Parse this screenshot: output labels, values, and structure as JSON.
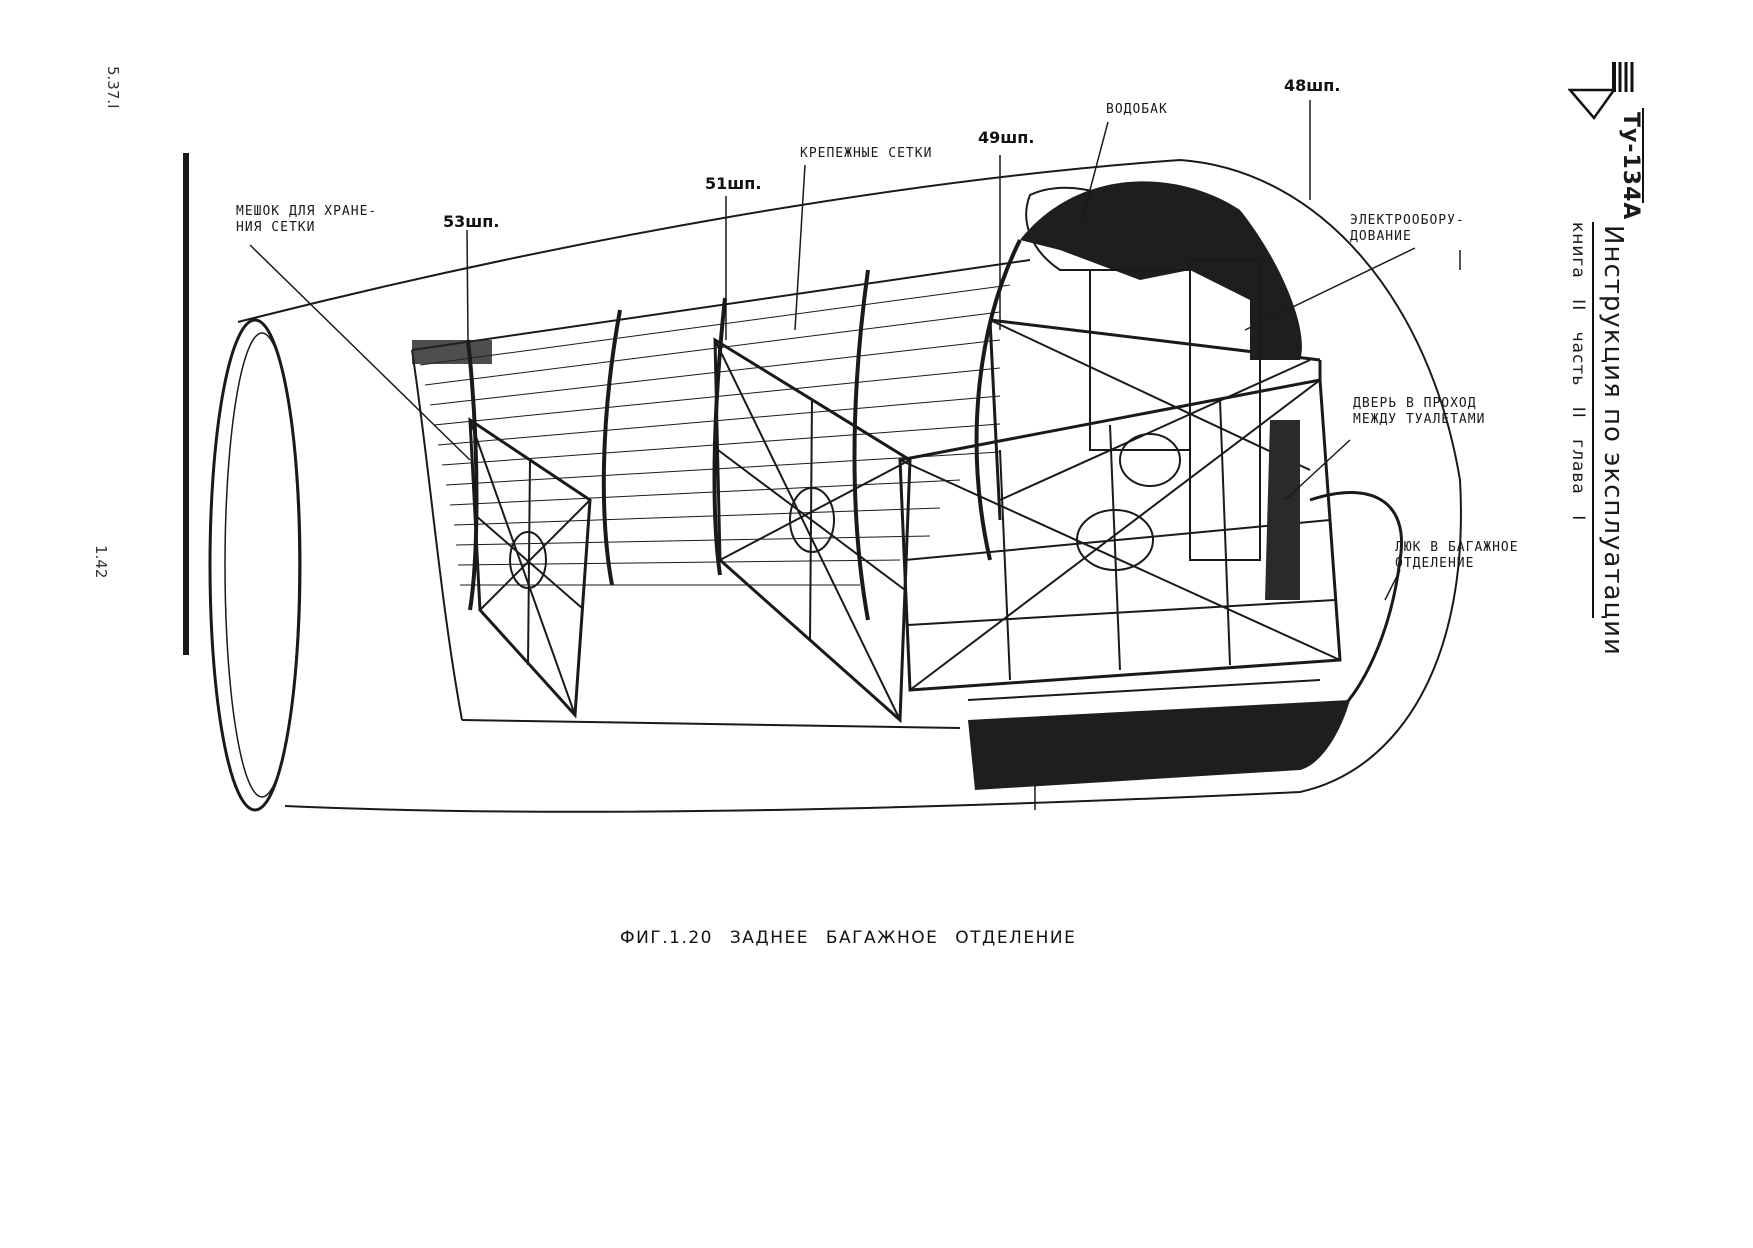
{
  "header": {
    "model": "Ту-134А",
    "title": "Инструкция по эксплуатации",
    "subtitle": "книга II часть II глава I"
  },
  "margin": {
    "code": "5.37.I",
    "page_number": "1.42"
  },
  "figure": {
    "caption": "ФИГ.1.20 ЗАДНЕЕ БАГАЖНОЕ ОТДЕЛЕНИЕ",
    "frames": {
      "f53": "53шп.",
      "f51": "51шп.",
      "f49": "49шп.",
      "f48": "48шп."
    },
    "callouts": {
      "net_bag": "МЕШОК ДЛЯ ХРАНЕ-\nНИЯ СЕТКИ",
      "fastening_nets": "КРЕПЕЖНЫЕ СЕТКИ",
      "water_tank": "ВОДОБАК",
      "electrical": "ЭЛЕКТРООБОРУ-\nДОВАНИЕ",
      "door": "ДВЕРЬ В ПРОХОД\nМЕЖДУ ТУАЛЕТАМИ",
      "hatch": "ЛЮК В БАГАЖНОЕ\nОТДЕЛЕНИЕ"
    }
  }
}
